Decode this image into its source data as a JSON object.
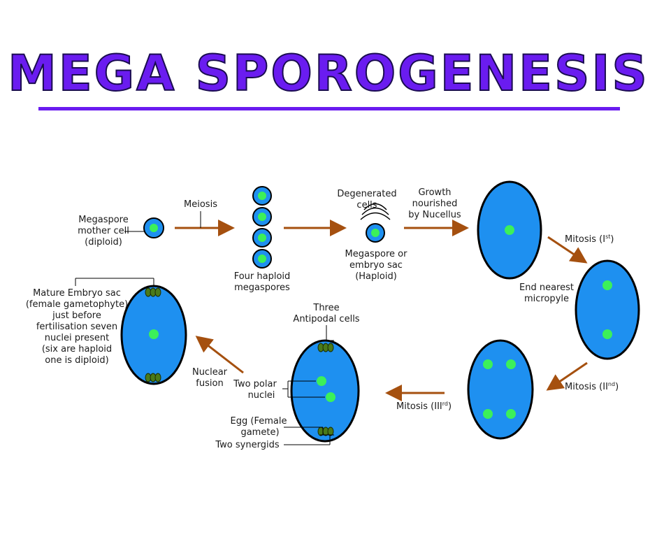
{
  "title": "MEGA SPOROGENESIS",
  "labels": {
    "megaspore_mother_cell": [
      "Megaspore",
      "mother cell",
      "(diploid)"
    ],
    "meiosis": "Meiosis",
    "four_haploid": [
      "Four haploid",
      "megaspores"
    ],
    "degenerated_cells": [
      "Degenerated",
      "cells"
    ],
    "megaspore_embryo_sac": [
      "Megaspore or",
      "embryo sac",
      "(Haploid)"
    ],
    "growth": [
      "Growth",
      "nourished",
      "by Nucellus"
    ],
    "mitosis_1": {
      "text": "Mitosis (I",
      "sup": "st",
      "end": ")"
    },
    "end_nearest": [
      "End nearest",
      "micropyle"
    ],
    "mitosis_2": {
      "text": "Mitosis (II",
      "sup": "nd",
      "end": ")"
    },
    "mitosis_3": {
      "text": "Mitosis (III",
      "sup": "rd",
      "end": ")"
    },
    "three_antipodal": [
      "Three",
      "Antipodal cells"
    ],
    "two_polar": [
      "Two polar",
      "nuclei"
    ],
    "egg": [
      "Egg (Female",
      "gamete)"
    ],
    "two_synergids": "Two synergids",
    "nuclear_fusion": [
      "Nuclear",
      "fusion"
    ],
    "mature_embryo_sac": [
      "Mature Embryo sac",
      "(female gametophyte)",
      "just before",
      "fertilisation seven",
      "nuclei present",
      "(six are haploid",
      "one is diploid)"
    ]
  },
  "colors": {
    "title": "#6a1cf0",
    "cell_fill": "#1e90f0",
    "nucleus": "#3cf05a",
    "arrow": "#a5500f",
    "outline": "#000000",
    "cluster": "#4a7a1a"
  }
}
